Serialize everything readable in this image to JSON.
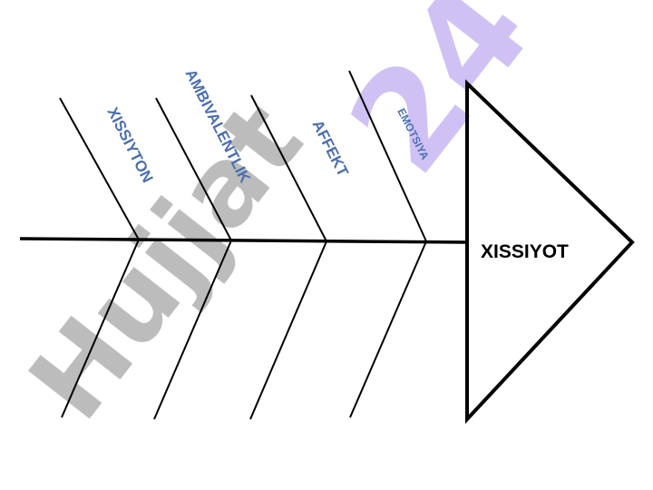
{
  "head": {
    "label": "XISSIYOT"
  },
  "bones": [
    {
      "label": "XISSIYTON"
    },
    {
      "label": "AMBIVALENTLIK"
    },
    {
      "label": "AFFEKT"
    },
    {
      "label": "EMOTSIYA"
    }
  ],
  "watermark": {
    "text": "Hujjat24",
    "color": "#b0b0b0",
    "accent": "#c9b8f2"
  },
  "colors": {
    "label": "#4a6fb0",
    "line": "#000000",
    "background": "#ffffff"
  }
}
